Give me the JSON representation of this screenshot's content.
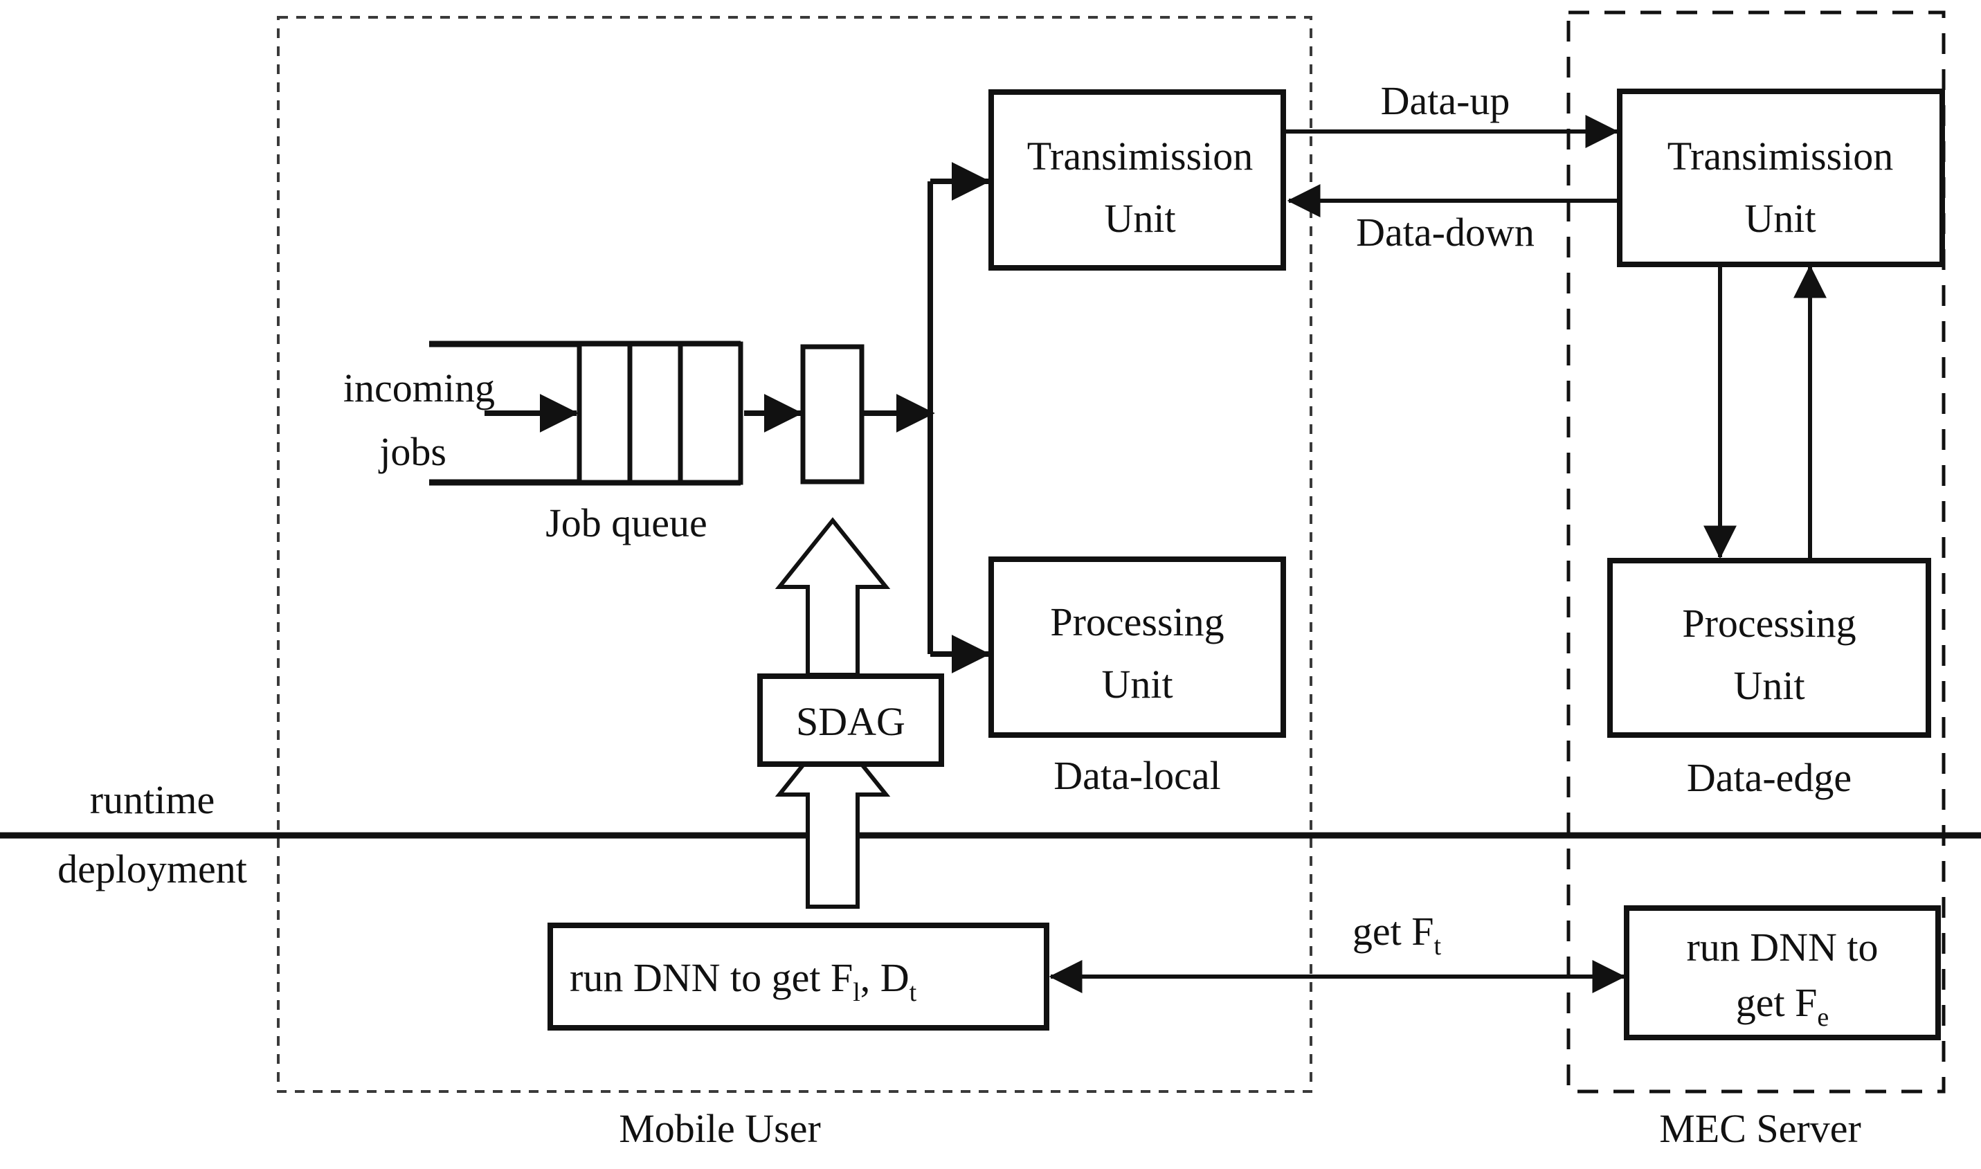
{
  "figure": {
    "title": "MEC offloading architecture diagram",
    "background": "#ffffff",
    "ink_color": "#111111"
  },
  "regions": [
    {
      "id": "mobile-user",
      "label": "Mobile User",
      "border": "dotted"
    },
    {
      "id": "mec-server",
      "label": "MEC Server",
      "border": "dashed"
    }
  ],
  "phase_divider": {
    "above_label": "runtime",
    "below_label": "deployment"
  },
  "queue": {
    "incoming_line1": "incoming",
    "incoming_line2": "jobs",
    "caption": "Job queue",
    "cells": 3
  },
  "boxes": {
    "mobile_transmission": {
      "line1": "Transimission",
      "line2": "Unit"
    },
    "mobile_processing": {
      "line1": "Processing",
      "line2": "Unit",
      "caption": "Data-local"
    },
    "edge_transmission": {
      "line1": "Transimission",
      "line2": "Unit"
    },
    "edge_processing": {
      "line1": "Processing",
      "line2": "Unit",
      "caption": "Data-edge"
    },
    "sdag": {
      "label": "SDAG"
    },
    "dnn_local": {
      "text": "run DNN to get F",
      "sub1": "l",
      "mid": ", D",
      "sub2": "t"
    },
    "dnn_edge": {
      "line1": "run DNN to",
      "line2_pre": "get F",
      "line2_sub": "e"
    },
    "dispatcher": {
      "label": ""
    }
  },
  "links": {
    "data_up": "Data-up",
    "data_down": "Data-down",
    "get_ft_pre": "get F",
    "get_ft_sub": "t"
  }
}
